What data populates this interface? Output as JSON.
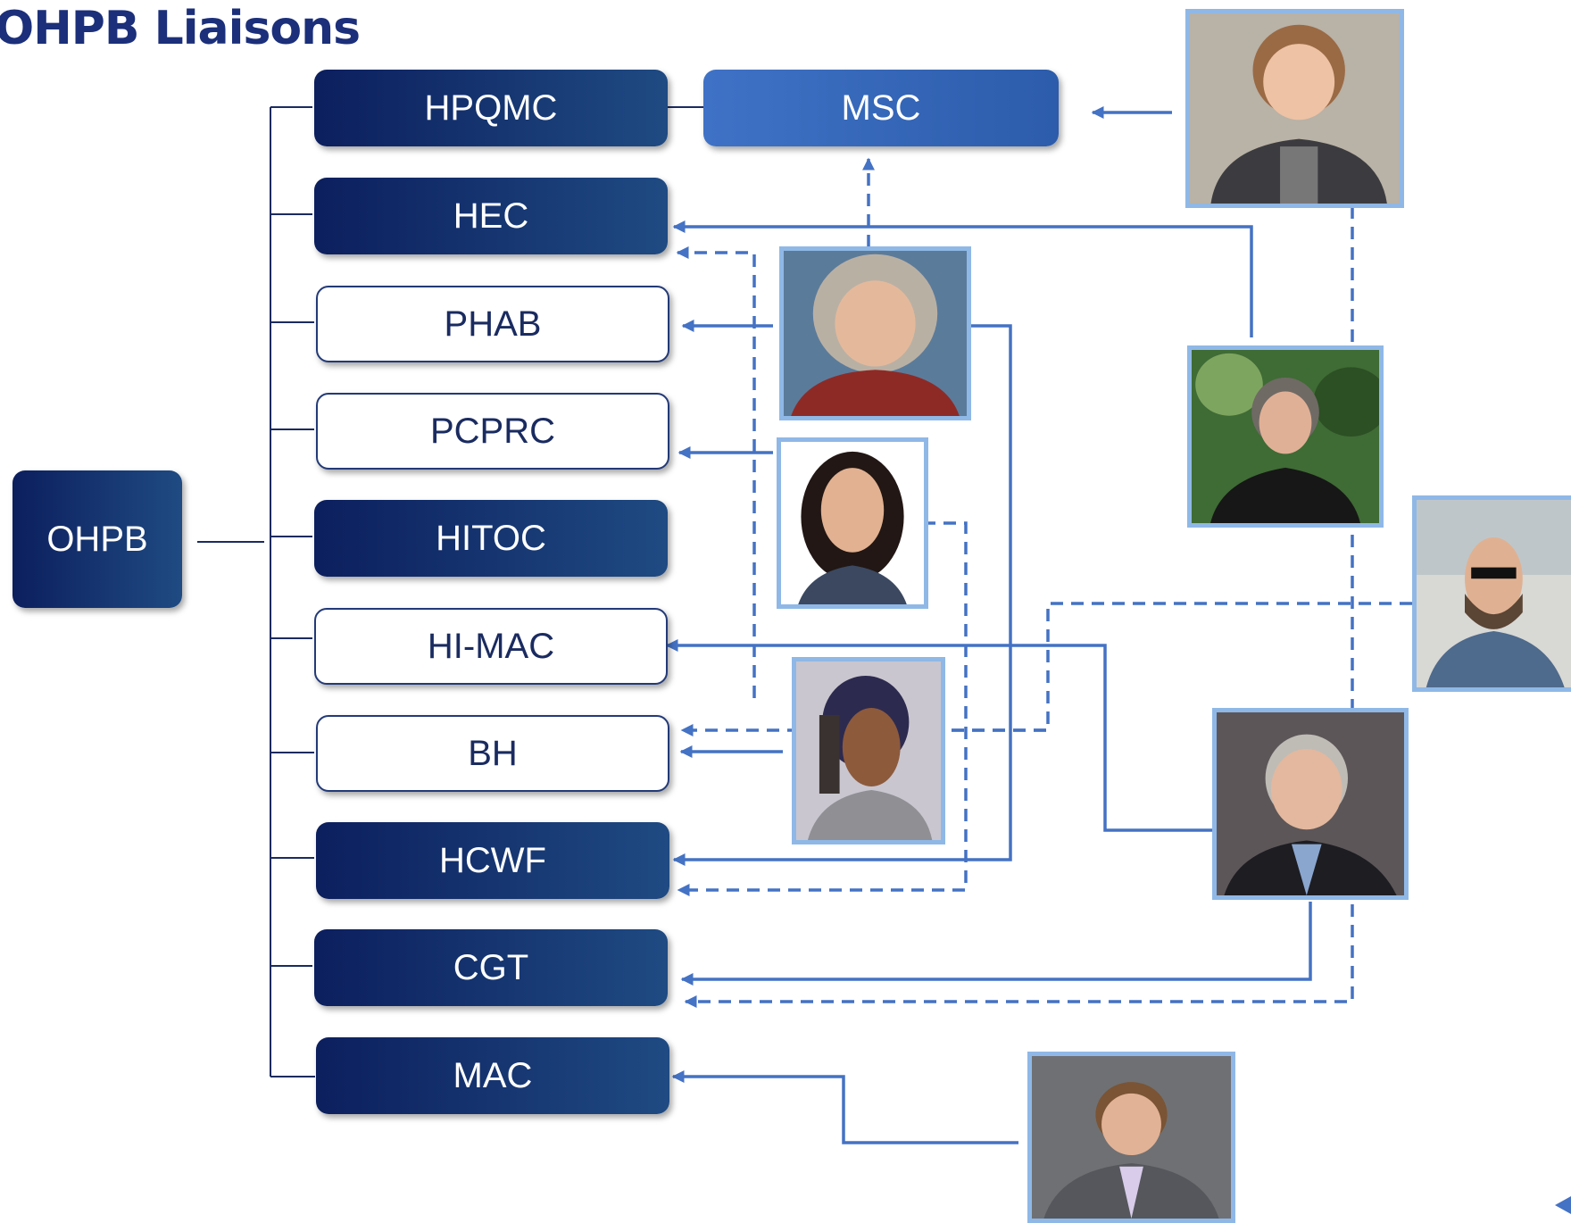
{
  "title": "OHPB Liaisons",
  "root": "OHPB",
  "committees": {
    "hpqmc": "HPQMC",
    "hec": "HEC",
    "phab": "PHAB",
    "pcprc": "PCPRC",
    "hitoc": "HITOC",
    "himac": "HI-MAC",
    "bh": "BH",
    "hcwf": "HCWF",
    "cgt": "CGT",
    "mac": "MAC"
  },
  "msc": "MSC",
  "colors": {
    "navy": "#0c1f5e",
    "navy_light": "#1f4a82",
    "msc_blue": "#3f72c6",
    "connector": "#4472c4",
    "photo_border": "#8fb8e6",
    "title": "#1b2f7a"
  }
}
